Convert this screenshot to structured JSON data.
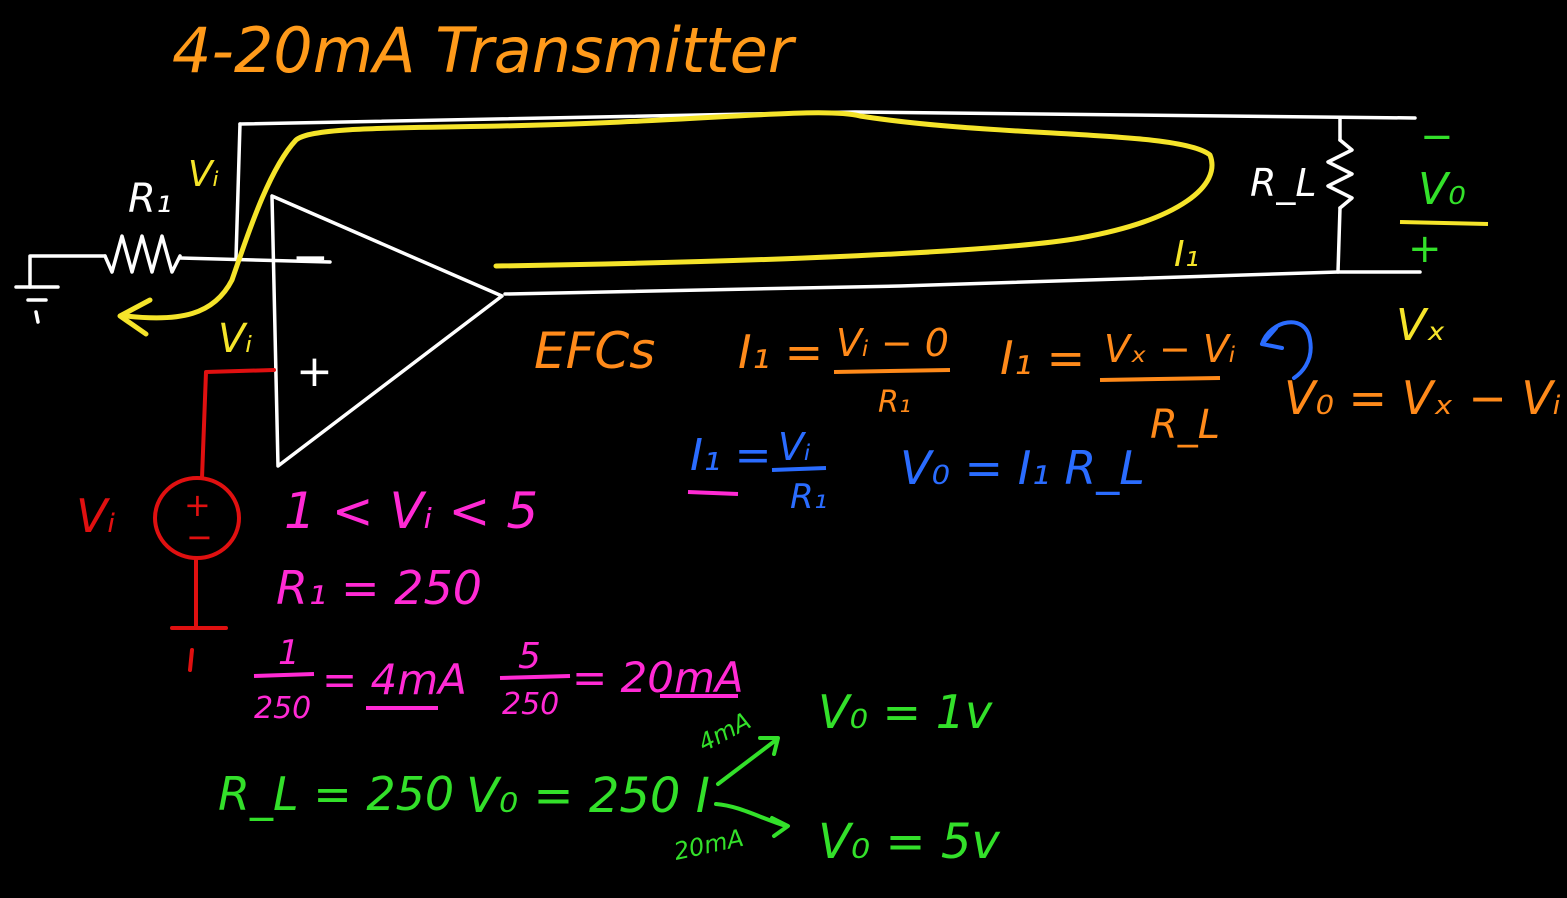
{
  "title": "4-20mA Transmitter",
  "colors": {
    "background": "#000000",
    "wire": "#ffffff",
    "current_loop": "#f5e42a",
    "title": "#ff9a1a",
    "orange_eq": "#ff8a1a",
    "blue_eq": "#2a6cff",
    "magenta_eq": "#ff2ad4",
    "green_eq": "#33e02a",
    "red_source": "#e01010",
    "highlight": "#f5e42a"
  },
  "circuit": {
    "r1_label": "R₁",
    "vi_label_top": "Vᵢ",
    "vi_label_plus_input": "Vᵢ",
    "opamp_minus": "−",
    "opamp_plus": "+",
    "rl_label": "R_L",
    "i1_label": "I₁",
    "vo_minus": "−",
    "vo_label": "V₀",
    "vo_plus": "+",
    "vx_label": "Vₓ",
    "source_label": "Vᵢ",
    "source_plus": "+",
    "source_minus": "−"
  },
  "equations": {
    "orange": {
      "efcs": "EFCs",
      "i1": "I₁ =",
      "i1_numerator": "Vᵢ − 0",
      "i1_denominator": "R₁",
      "i1_again": "I₁ =",
      "i1_again_numerator": "Vₓ − Vᵢ",
      "i1_again_denominator": "R_L",
      "vo": "V₀ = Vₓ − Vᵢ"
    },
    "blue": {
      "i1": "I₁ =",
      "i1_numerator": "Vᵢ",
      "i1_denominator": "R₁",
      "vo": "V₀ = I₁ R_L"
    },
    "magenta": {
      "range": "1 < Vᵢ < 5",
      "r1": "R₁ = 250",
      "frac1_numerator": "1",
      "frac1_denominator": "250",
      "frac1_result": "= 4mA",
      "frac2_numerator": "5",
      "frac2_denominator": "250",
      "frac2_result": "= 20mA"
    },
    "green": {
      "rl": "R_L = 250",
      "vo": "V₀ = 250 I",
      "branch_low_label": "4mA",
      "branch_low_result": "V₀ = 1v",
      "branch_high_label": "20mA",
      "branch_high_result": "V₀ = 5v"
    }
  }
}
